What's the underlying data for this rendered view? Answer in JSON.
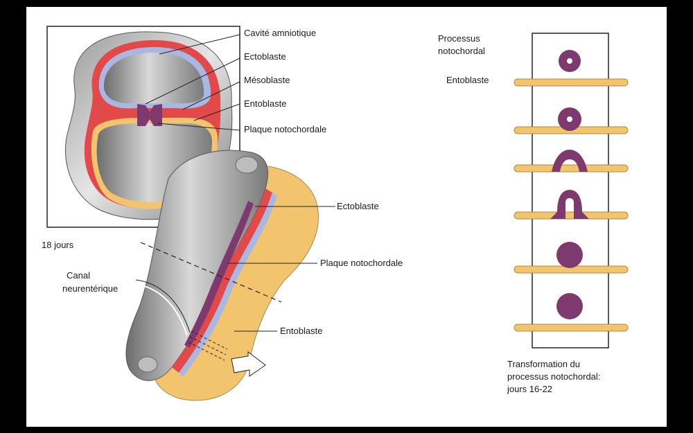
{
  "colors": {
    "ectoderm_blue": "#a9b8e2",
    "mesoderm_red": "#e24a4a",
    "endoderm_yellow": "#f2c46e",
    "notochord_purple": "#7e3a6e",
    "tissue_grey": "#8e8e8e",
    "background": "#ffffff",
    "frame_black": "#000000"
  },
  "cross_section": {
    "labels": {
      "amniotic_cavity": "Cavité amniotique",
      "ectoblast": "Ectoblaste",
      "mesoblast": "Mésoblaste",
      "entoblast": "Entoblaste",
      "notochordal_plate": "Plaque notochordale"
    },
    "age": "18 jours"
  },
  "embryo_3d": {
    "labels": {
      "ectoblast": "Ectoblaste",
      "notochordal_plate": "Plaque notochordale",
      "entoblast": "Entoblaste",
      "neurenteric_canal_line1": "Canal",
      "neurenteric_canal_line2": "neurentérique"
    }
  },
  "sequence_panel": {
    "labels": {
      "process_line1": "Processus",
      "process_line2": "notochordal",
      "entoblast": "Entoblaste"
    },
    "caption": {
      "line1": "Transformation du",
      "line2": "processus notochordal:",
      "line3": "jours 16-22"
    },
    "stages": [
      "ring",
      "ring-on-layer",
      "arch",
      "fold",
      "disc",
      "disc"
    ]
  }
}
